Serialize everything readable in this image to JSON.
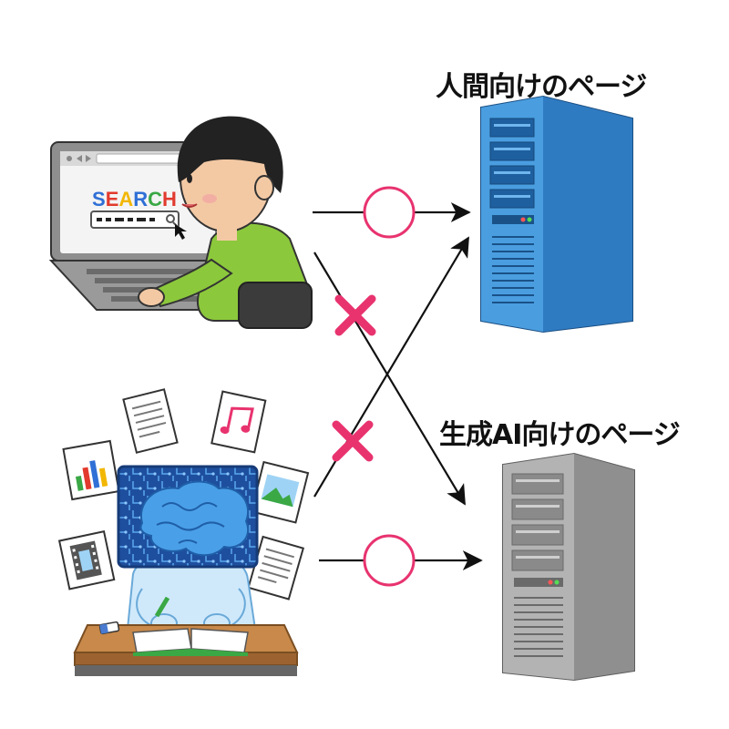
{
  "labels": {
    "human_page": "人間向けのページ",
    "ai_page": "生成AI向けのページ"
  },
  "laptop": {
    "search_word": "SEARCH",
    "search_letter_colors": [
      "#2f6fd6",
      "#e23a2e",
      "#f2b705",
      "#2f6fd6",
      "#3aa845",
      "#e23a2e"
    ]
  },
  "connections": {
    "human_to_human_page": "allowed",
    "human_to_ai_page": "denied",
    "ai_to_human_page": "denied",
    "ai_to_ai_page": "allowed"
  },
  "colors": {
    "mark": "#e8336f",
    "server_blue": "#3d8fd2",
    "server_gray": "#a9a9a9",
    "shirt_green": "#8cc83c",
    "ai_blue": "#4aa0e8"
  },
  "icons": [
    "laptop-icon",
    "person-icon",
    "server-blue-icon",
    "server-gray-icon",
    "ai-robot-icon",
    "brain-icon",
    "document-icon",
    "music-icon",
    "chart-icon",
    "image-icon",
    "film-icon"
  ]
}
